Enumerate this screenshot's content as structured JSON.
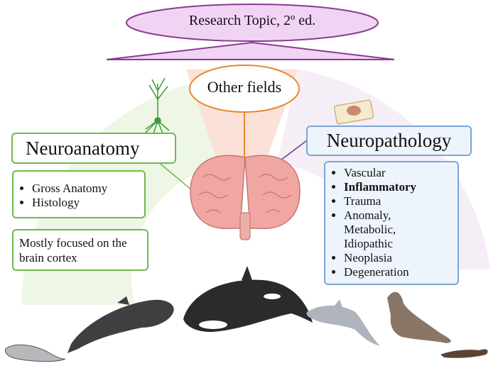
{
  "header": {
    "title": "Research Topic, 2º ed."
  },
  "center": {
    "label": "Other fields"
  },
  "left": {
    "title": "Neuroanatomy",
    "items": [
      "Gross Anatomy",
      "Histology"
    ],
    "note": "Mostly focused on the brain cortex"
  },
  "right": {
    "title": "Neuropathology",
    "items": [
      "Vascular",
      "Inflammatory",
      "Trauma",
      "Anomaly, Metabolic, Idiopathic",
      "Neoplasia",
      "Degeneration"
    ],
    "bold_item": "Inflammatory"
  },
  "colors": {
    "header_fill": "#f1d4f4",
    "header_stroke": "#8b3a93",
    "other_stroke": "#e8892e",
    "green": "#6dbb4a",
    "blue": "#7aa6d6"
  },
  "icons": [
    "neuron-icon",
    "brain-icon",
    "histology-slide-icon",
    "seal-icon",
    "pilot-whale-icon",
    "orca-icon",
    "dolphin-icon",
    "sea-lion-icon",
    "sea-otter-icon"
  ]
}
